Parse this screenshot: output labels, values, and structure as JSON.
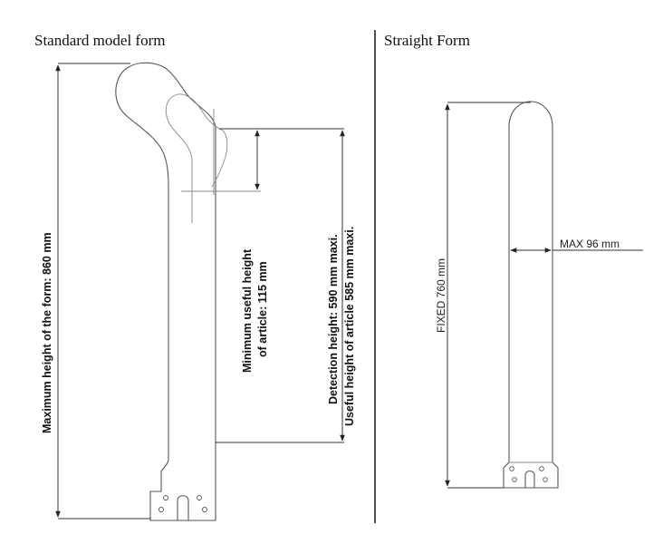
{
  "panels": {
    "standard": {
      "title": "Standard model form",
      "dimensions": {
        "max_height": "Maximum height of the form: 860 mm",
        "min_useful_line1": "Minimum useful height",
        "min_useful_line2": "of article: 115 mm",
        "detection_line1": "Detection height: 590 mm maxi.",
        "detection_line2": "Useful height of article 585 mm maxi."
      }
    },
    "straight": {
      "title": "Straight Form",
      "dimensions": {
        "fixed_height": "FIXED 760 mm",
        "max_width": "MAX 96 mm"
      }
    }
  },
  "colors": {
    "outline": "#555555",
    "text": "#111111",
    "divider": "#222222"
  }
}
